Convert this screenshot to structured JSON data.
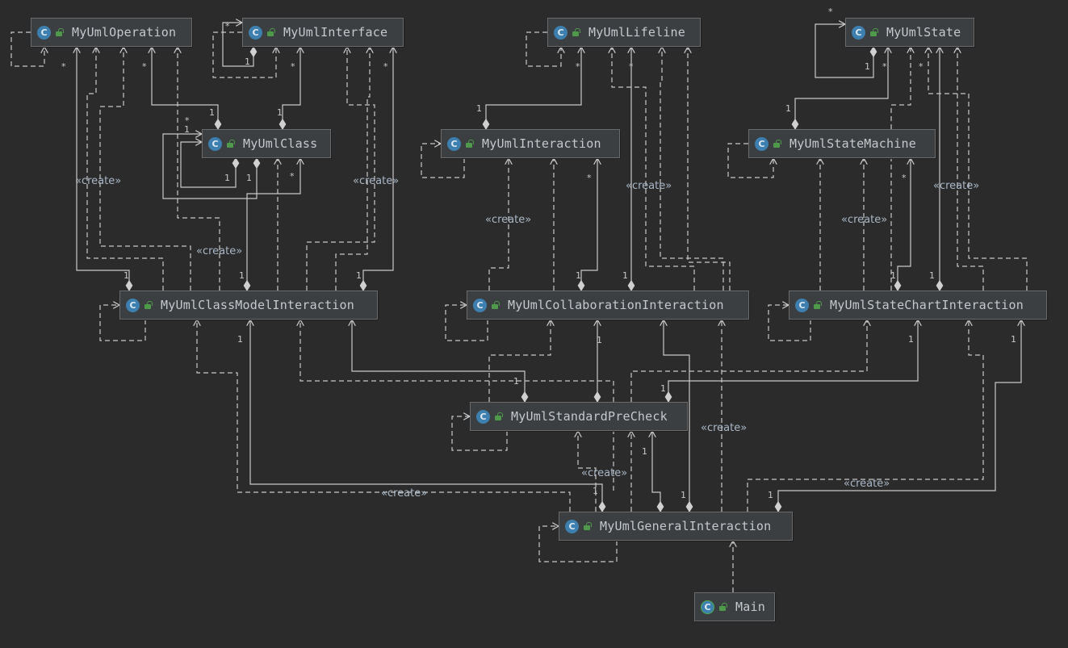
{
  "classes": {
    "operation": "MyUmlOperation",
    "interface": "MyUmlInterface",
    "lifeline": "MyUmlLifeline",
    "state": "MyUmlState",
    "class": "MyUmlClass",
    "interaction": "MyUmlInteraction",
    "state_machine": "MyUmlStateMachine",
    "class_model_interaction": "MyUmlClassModelInteraction",
    "collaboration_interaction": "MyUmlCollaborationInteraction",
    "state_chart_interaction": "MyUmlStateChartInteraction",
    "standard_pre_check": "MyUmlStandardPreCheck",
    "general_interaction": "MyUmlGeneralInteraction",
    "main": "Main"
  },
  "icons": {
    "class_icon_letter": "C",
    "class_icon": "class-icon",
    "access_icon": "public-lock-icon"
  },
  "labels": {
    "create": "«create»"
  },
  "multiplicity": {
    "one": "1",
    "many": "*"
  },
  "colors": {
    "background": "#2b2b2b",
    "node_fill": "#3c3f41",
    "node_border": "#6b6b6b",
    "edge": "#c8c8c8",
    "class_icon": "#3d7fae",
    "lock_icon": "#4e9a4a"
  }
}
